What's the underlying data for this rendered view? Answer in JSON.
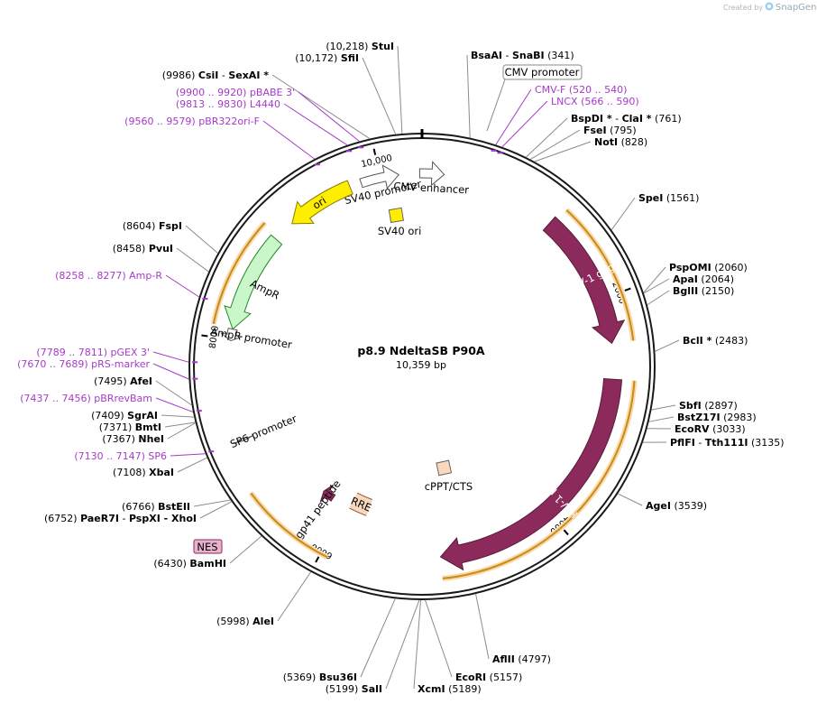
{
  "credit": {
    "created_by": "Created by",
    "brand": "SnapGene",
    "logo_icon": "snapgene-logo-icon"
  },
  "plasmid": {
    "name": "p8.9 NdeltaSB P90A",
    "length": "10,359 bp",
    "total_bp": 10359
  },
  "ruler": {
    "ticks": [
      {
        "bp": 2000,
        "label": "2000"
      },
      {
        "bp": 4000,
        "label": "4000"
      },
      {
        "bp": 6000,
        "label": "6000"
      },
      {
        "bp": 8000,
        "label": "8000"
      },
      {
        "bp": 10000,
        "label": "10,000"
      }
    ]
  },
  "colors": {
    "backbone": "#1a1a1a",
    "hiv": "#8c2a5c",
    "orf": "#f5b04a",
    "ori": "#ffee00",
    "ampr": "#c9f7c9",
    "primer": "#a73ac9",
    "rre": "#f9d8bd",
    "nes": "#e6b3cc"
  },
  "features": [
    {
      "id": "cmv-enhancer",
      "label": "CMV enhancer",
      "start": 10339,
      "end": 190,
      "style": "open"
    },
    {
      "id": "sv40-promoter",
      "label": "SV40 promoter",
      "start": 9830,
      "end": 10160,
      "style": "open"
    },
    {
      "id": "sv40-ori",
      "label": "SV40 ori",
      "bp": 10080,
      "style": "yellow-box"
    },
    {
      "id": "ori",
      "label": "ori",
      "start": 9140,
      "end": 9729,
      "style": "yellow"
    },
    {
      "id": "ampr",
      "label": "AmpR",
      "start": 8090,
      "end": 8950,
      "style": "green"
    },
    {
      "id": "ampr-promoter",
      "label": "AmpR promoter",
      "start": 7990,
      "end": 8090,
      "style": "open"
    },
    {
      "id": "hiv1-gag",
      "label": "HIV-1 gag",
      "start": 1200,
      "end": 2390,
      "style": "hiv"
    },
    {
      "id": "hiv1-pol",
      "label": "HIV-1 pol",
      "start": 2700,
      "end": 5020,
      "style": "hiv"
    },
    {
      "id": "cppt-cts",
      "label": "cPPT/CTS",
      "bp": 4830,
      "style": "peach-box"
    },
    {
      "id": "rre",
      "label": "RRE",
      "start": 5770,
      "end": 5960,
      "style": "peach"
    },
    {
      "id": "gp41-peptide",
      "label": "gp41 peptide",
      "start": 6160,
      "end": 6280,
      "style": "hiv-small"
    },
    {
      "id": "sp6-promoter",
      "label": "SP6 promoter",
      "start": 7120,
      "end": 7140,
      "style": "open"
    }
  ],
  "orf_arcs": [
    {
      "start": 1230,
      "end": 2390
    },
    {
      "start": 2700,
      "end": 5020
    },
    {
      "start": 5940,
      "end": 6720
    },
    {
      "start": 8100,
      "end": 8990
    }
  ],
  "standalone": [
    {
      "id": "cmv-promoter-box",
      "label": "CMV promoter"
    },
    {
      "id": "nes-box",
      "label": "NES"
    }
  ],
  "sites": [
    {
      "pos": "(10,218)",
      "name": "StuI",
      "bp": 10218,
      "side": "left"
    },
    {
      "pos": "(10,172)",
      "name": "SfiI",
      "bp": 10172,
      "side": "left"
    },
    {
      "pos": "(9986)",
      "name": "CsiI",
      "extra": "SexAI *",
      "bp": 9986,
      "side": "left"
    },
    {
      "pos": "(9900 .. 9920)",
      "name": "pBABE 3'",
      "bp": 9910,
      "side": "left",
      "primer": true
    },
    {
      "pos": "(9813 .. 9830)",
      "name": "L4440",
      "bp": 9821,
      "side": "left",
      "primer": true
    },
    {
      "pos": "(9560 .. 9579)",
      "name": "pBR322ori-F",
      "bp": 9570,
      "side": "left",
      "primer": true
    },
    {
      "pos": "(8604)",
      "name": "FspI",
      "bp": 8604,
      "side": "left"
    },
    {
      "pos": "(8458)",
      "name": "PvuI",
      "bp": 8458,
      "side": "left"
    },
    {
      "pos": "(8258 .. 8277)",
      "name": "Amp-R",
      "bp": 8267,
      "side": "left",
      "primer": true
    },
    {
      "pos": "(7789 .. 7811)",
      "name": "pGEX 3'",
      "bp": 7800,
      "side": "left",
      "primer": true
    },
    {
      "pos": "(7670 .. 7689)",
      "name": "pRS-marker",
      "bp": 7680,
      "side": "left",
      "primer": true
    },
    {
      "pos": "(7495)",
      "name": "AfeI",
      "bp": 7495,
      "side": "left"
    },
    {
      "pos": "(7437 .. 7456)",
      "name": "pBRrevBam",
      "bp": 7446,
      "side": "left",
      "primer": true
    },
    {
      "pos": "(7409)",
      "name": "SgrAI",
      "bp": 7409,
      "side": "left"
    },
    {
      "pos": "(7371)",
      "name": "BmtI",
      "bp": 7371,
      "side": "left"
    },
    {
      "pos": "(7367)",
      "name": "NheI",
      "bp": 7367,
      "side": "left"
    },
    {
      "pos": "(7130 .. 7147)",
      "name": "SP6",
      "bp": 7138,
      "side": "left",
      "primer": true
    },
    {
      "pos": "(7108)",
      "name": "XbaI",
      "bp": 7108,
      "side": "left"
    },
    {
      "pos": "(6766)",
      "name": "BstEII",
      "bp": 6766,
      "side": "left"
    },
    {
      "pos": "(6752)",
      "name": "PaeR7I",
      "extra": "PspXI  -  XhoI",
      "bp": 6752,
      "side": "left",
      "prefix": true
    },
    {
      "pos": "(6430)",
      "name": "BamHI",
      "bp": 6430,
      "side": "left"
    },
    {
      "pos": "(5998)",
      "name": "AleI",
      "bp": 5998,
      "side": "left"
    },
    {
      "pos": "(5369)",
      "name": "Bsu36I",
      "bp": 5369,
      "side": "left"
    },
    {
      "pos": "(5199)",
      "name": "SalI",
      "bp": 5199,
      "side": "left"
    },
    {
      "name": "XcmI",
      "pos": "(5189)",
      "bp": 5189,
      "side": "right"
    },
    {
      "name": "EcoRI",
      "pos": "(5157)",
      "bp": 5157,
      "side": "right"
    },
    {
      "name": "AflII",
      "pos": "(4797)",
      "bp": 4797,
      "side": "right"
    },
    {
      "name": "AgeI",
      "pos": "(3539)",
      "bp": 3539,
      "side": "right"
    },
    {
      "name": "PflFI",
      "extra": "Tth111I",
      "pos": "(3135)",
      "bp": 3135,
      "side": "right"
    },
    {
      "name": "EcoRV",
      "pos": "(3033)",
      "bp": 3033,
      "side": "right"
    },
    {
      "name": "BstZ17I",
      "pos": "(2983)",
      "bp": 2983,
      "side": "right"
    },
    {
      "name": "SbfI",
      "pos": "(2897)",
      "bp": 2897,
      "side": "right"
    },
    {
      "name": "BclI *",
      "pos": "(2483)",
      "bp": 2483,
      "side": "right"
    },
    {
      "name": "BglII",
      "pos": "(2150)",
      "bp": 2150,
      "side": "right"
    },
    {
      "name": "ApaI",
      "pos": "(2064)",
      "bp": 2064,
      "side": "right"
    },
    {
      "name": "PspOMI",
      "pos": "(2060)",
      "bp": 2060,
      "side": "right"
    },
    {
      "name": "SpeI",
      "pos": "(1561)",
      "bp": 1561,
      "side": "right"
    },
    {
      "name": "NotI",
      "pos": "(828)",
      "bp": 828,
      "side": "right"
    },
    {
      "name": "FseI",
      "pos": "(795)",
      "bp": 795,
      "side": "right"
    },
    {
      "name": "BspDI *",
      "extra": "ClaI *",
      "pos": "(761)",
      "bp": 761,
      "side": "right"
    },
    {
      "name": "LNCX",
      "pos": "(566 .. 590)",
      "bp": 578,
      "side": "right",
      "primer": true
    },
    {
      "name": "CMV-F",
      "pos": "(520 .. 540)",
      "bp": 530,
      "side": "right",
      "primer": true
    },
    {
      "name": "BsaAI",
      "extra": "SnaBI",
      "pos": "(341)",
      "bp": 341,
      "side": "right"
    }
  ]
}
